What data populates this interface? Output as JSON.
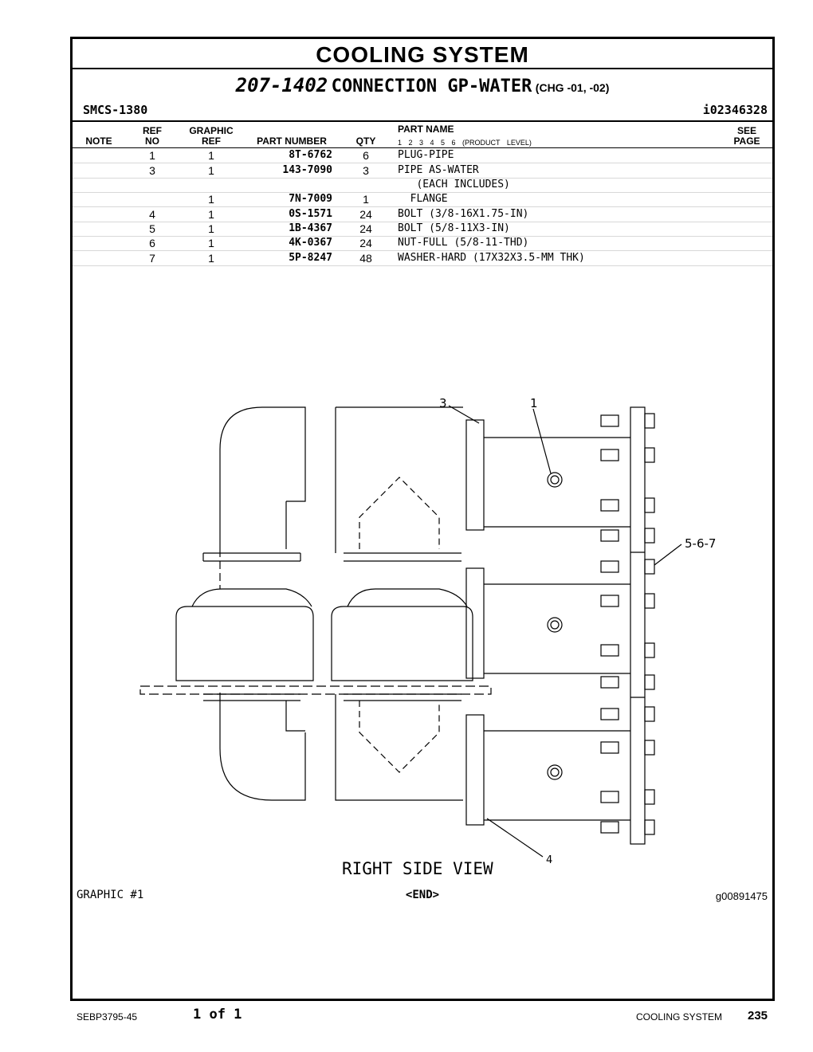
{
  "title": "COOLING SYSTEM",
  "subtitle": {
    "number": "207-1402",
    "name": "CONNECTION GP-WATER",
    "change": "(CHG -01, -02)"
  },
  "smcs": "SMCS-1380",
  "doc_id": "i02346328",
  "table": {
    "headers": {
      "note": "NOTE",
      "ref_top": "REF",
      "ref_bottom": "NO",
      "graphic_top": "GRAPHIC",
      "graphic_bottom": "REF",
      "part_number": "PART NUMBER",
      "qty": "QTY",
      "part_name": "PART NAME",
      "product_levels": "1 2 3 4 5 6 (PRODUCT LEVEL)",
      "see_top": "SEE",
      "see_bottom": "PAGE"
    },
    "rows": [
      {
        "ref": "1",
        "graphic": "1",
        "part_number": "8T-6762",
        "qty": "6",
        "name": "PLUG-PIPE"
      },
      {
        "ref": "3",
        "graphic": "1",
        "part_number": "143-7090",
        "qty": "3",
        "name": "PIPE AS-WATER"
      },
      {
        "ref": "",
        "graphic": "",
        "part_number": "",
        "qty": "",
        "name": "   (EACH INCLUDES)"
      },
      {
        "ref": "",
        "graphic": "1",
        "part_number": "7N-7009",
        "qty": "1",
        "name": "  FLANGE"
      },
      {
        "ref": "4",
        "graphic": "1",
        "part_number": "0S-1571",
        "qty": "24",
        "name": "BOLT (3/8-16X1.75-IN)"
      },
      {
        "ref": "5",
        "graphic": "1",
        "part_number": "1B-4367",
        "qty": "24",
        "name": "BOLT (5/8-11X3-IN)"
      },
      {
        "ref": "6",
        "graphic": "1",
        "part_number": "4K-0367",
        "qty": "24",
        "name": "NUT-FULL (5/8-11-THD)"
      },
      {
        "ref": "7",
        "graphic": "1",
        "part_number": "5P-8247",
        "qty": "48",
        "name": "WASHER-HARD (17X32X3.5-MM THK)"
      }
    ]
  },
  "drawing": {
    "callouts": [
      "3",
      "1",
      "5-6-7",
      "4"
    ],
    "view_label": "RIGHT SIDE VIEW"
  },
  "graphic_label": "GRAPHIC #1",
  "end_label": "<END>",
  "graphic_id": "g00891475",
  "footer": {
    "doc_number": "SEBP3795-45",
    "page_of": "1 of 1",
    "section": "COOLING SYSTEM",
    "page_number": "235"
  }
}
